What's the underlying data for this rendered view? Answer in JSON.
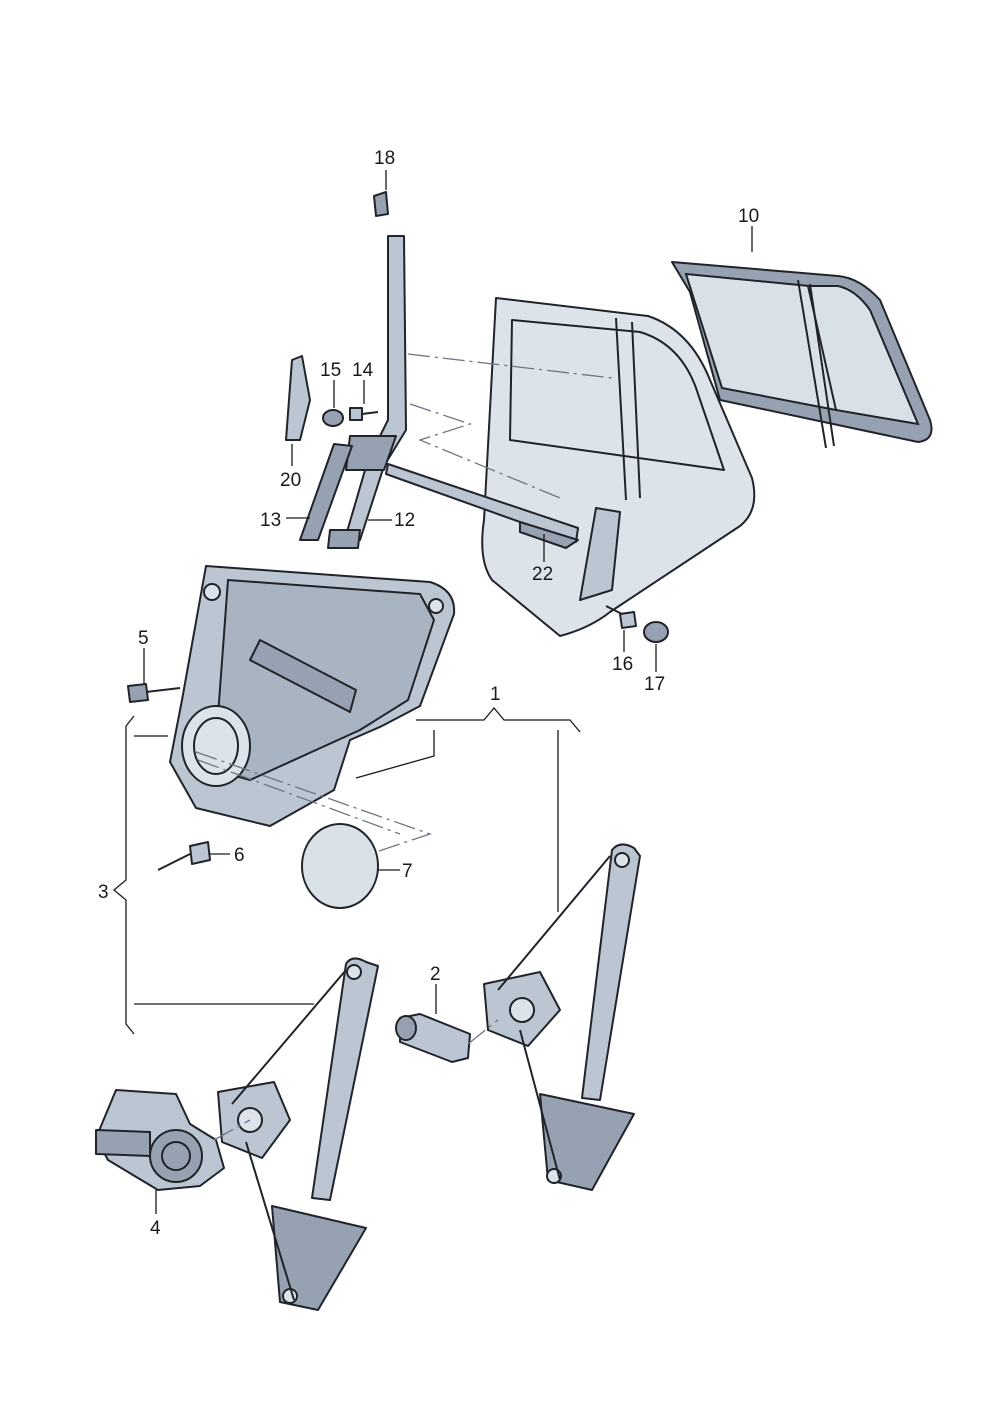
{
  "callouts": {
    "c1": "1",
    "c2": "2",
    "c3": "3",
    "c4": "4",
    "c5": "5",
    "c6": "6",
    "c7": "7",
    "c10": "10",
    "c12": "12",
    "c13": "13",
    "c14": "14",
    "c15": "15",
    "c16": "16",
    "c17": "17",
    "c18": "18",
    "c20": "20",
    "c22": "22"
  }
}
